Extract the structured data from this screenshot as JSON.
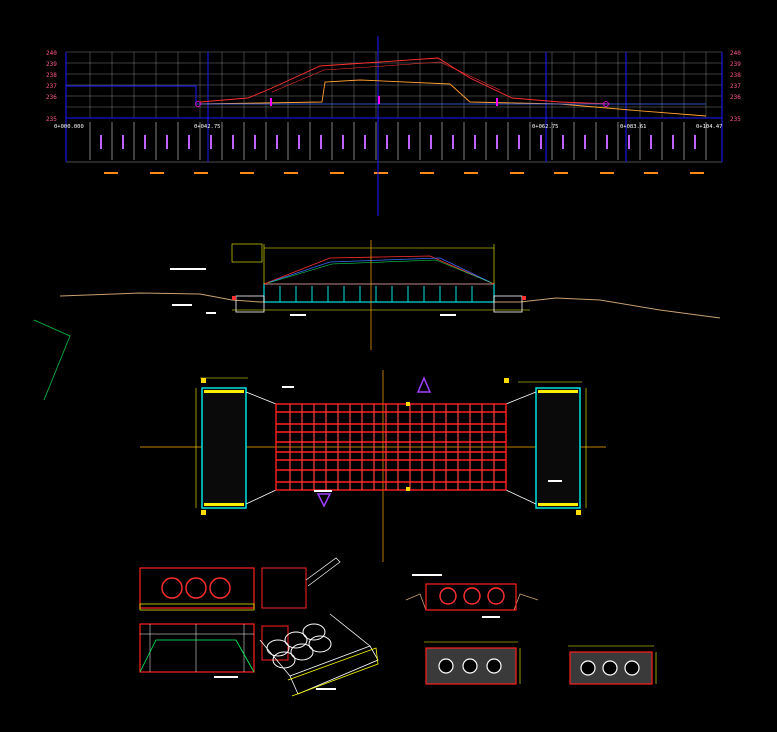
{
  "profile": {
    "y_ticks": [
      "240",
      "239",
      "238",
      "237",
      "236",
      "235"
    ],
    "stations": [
      "0+000.000",
      "0+042.75",
      "0+062.75",
      "0+083.61",
      "0+104.47"
    ]
  },
  "colors": {
    "background": "#000000",
    "grid": "#c8c8c8",
    "axis": "#0000ff",
    "terrain": "#ff3030",
    "road": "#ff9f30",
    "rebar": "#ff2020",
    "concrete": "#00e0e0",
    "dimension": "#ffff00",
    "note": "#ff00ff"
  },
  "icons": [
    "section-marker-icon",
    "north-arrow-icon"
  ]
}
